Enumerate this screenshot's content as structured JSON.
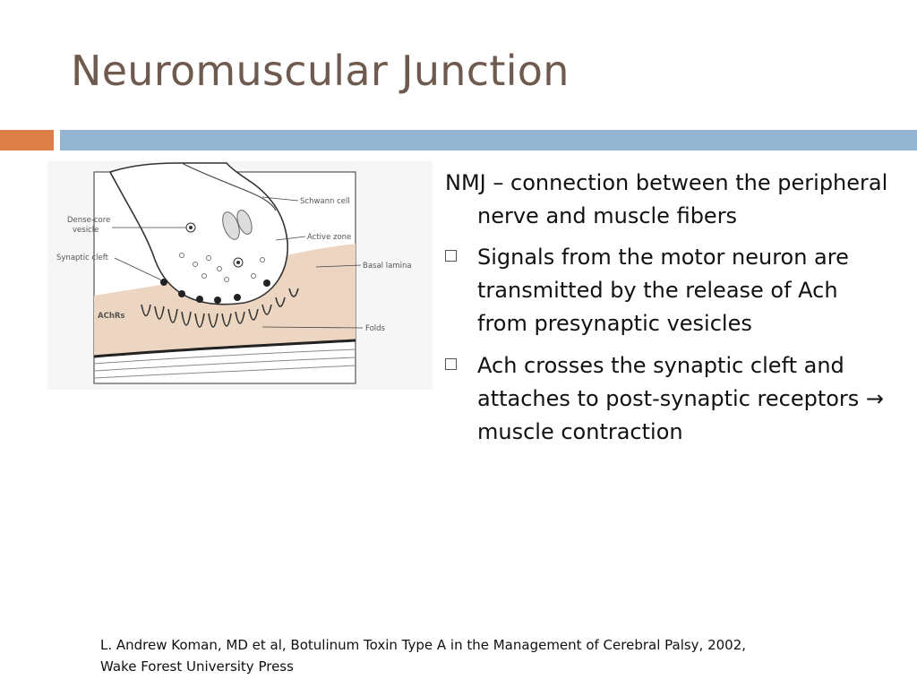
{
  "slide": {
    "title": "Neuromuscular Junction",
    "colors": {
      "accent_bar": "#dd8047",
      "main_bar": "#94b6d2",
      "title": "#6e5a4e"
    }
  },
  "figure": {
    "labels": {
      "schwann_cell": "Schwann cell",
      "dense_core_vesicle_1": "Dense-core",
      "dense_core_vesicle_2": "vesicle",
      "active_zone": "Active zone",
      "synaptic_cleft": "Synaptic cleft",
      "basal_lamina": "Basal lamina",
      "achrs": "AChRs",
      "folds": "Folds"
    }
  },
  "content": {
    "intro": "NMJ – connection between the peripheral nerve and muscle fibers",
    "bullets": [
      "Signals from the motor neuron are transmitted by the release of Ach from presynaptic vesicles",
      "Ach crosses the synaptic cleft and attaches to post-synaptic receptors → muscle contraction"
    ]
  },
  "citation": {
    "line1": "L. Andrew Koman, MD et al, Botulinum Toxin Type A in the Management of Cerebral Palsy, 2002,",
    "line2": "Wake Forest University Press"
  }
}
